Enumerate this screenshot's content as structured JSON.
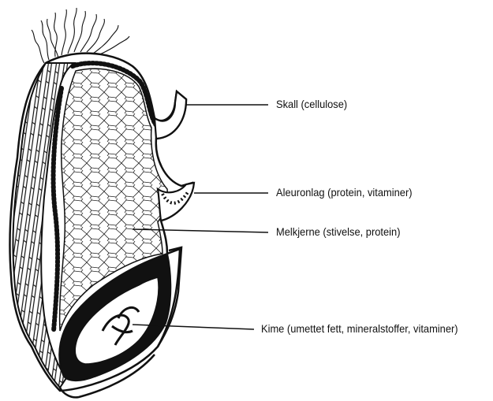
{
  "labels": [
    "Skall (cellulose)",
    "Aleuronlag (protein, vitaminer)",
    "Melkjerne (stivelse, protein)",
    "Kime (umettet  fett, mineralstoffer, vitaminer)"
  ],
  "colors": {
    "ink": "#111111",
    "paper": "#ffffff"
  }
}
